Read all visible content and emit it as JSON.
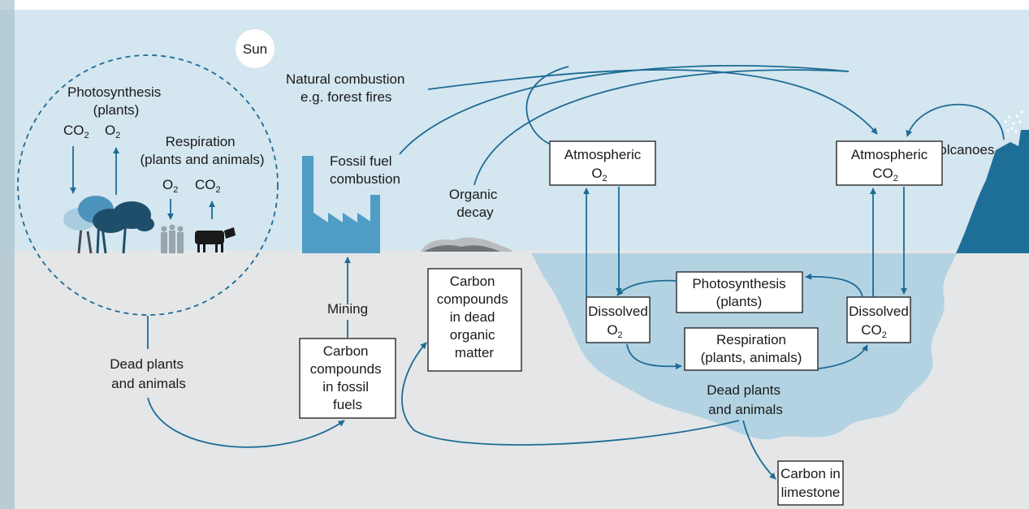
{
  "labels": {
    "sun": "Sun",
    "photosynthesis": [
      "Photosynthesis",
      "(plants)"
    ],
    "plant_co2": "CO",
    "plant_o2": "O",
    "respiration": [
      "Respiration",
      "(plants and animals)"
    ],
    "resp_o2": "O",
    "resp_co2": "CO",
    "natural_combustion": [
      "Natural combustion",
      "e.g. forest fires"
    ],
    "fossil_fuel_combustion": [
      "Fossil fuel",
      "combustion"
    ],
    "organic_decay": [
      "Organic",
      "decay"
    ],
    "volcanoes": "Volcanoes",
    "mining": "Mining",
    "dead_left": [
      "Dead plants",
      "and animals"
    ],
    "dead_ocean": [
      "Dead plants",
      "and animals"
    ],
    "subscript_2": "2"
  },
  "boxes": {
    "atm_o2": [
      "Atmospheric",
      "O"
    ],
    "atm_co2": [
      "Atmospheric",
      "CO"
    ],
    "dissolved_o2": [
      "Dissolved",
      "O"
    ],
    "dissolved_co2": [
      "Dissolved",
      "CO"
    ],
    "ocean_photosynthesis": [
      "Photosynthesis",
      "(plants)"
    ],
    "ocean_respiration": [
      "Respiration",
      "(plants, animals)"
    ],
    "fossil_fuels": [
      "Carbon",
      "compounds",
      "in fossil",
      "fuels"
    ],
    "dead_organic": [
      "Carbon",
      "compounds",
      "in dead",
      "organic",
      "matter"
    ],
    "limestone": [
      "Carbon in",
      "limestone"
    ]
  },
  "colors": {
    "sky": "#d4e6ef",
    "ground": "#e4e6e8",
    "ocean": "#b3d3e3",
    "arrow": "#1d6b94",
    "factory": "#4f9cc5",
    "volcano": "#1e6f97",
    "tree_dark": "#1e4e6a",
    "tree_mid": "#4d94bd",
    "tree_light": "#a9cce0",
    "people": "#9aa4ab",
    "cow": "#1a1a1a",
    "left_band": "#a7c0cf"
  }
}
